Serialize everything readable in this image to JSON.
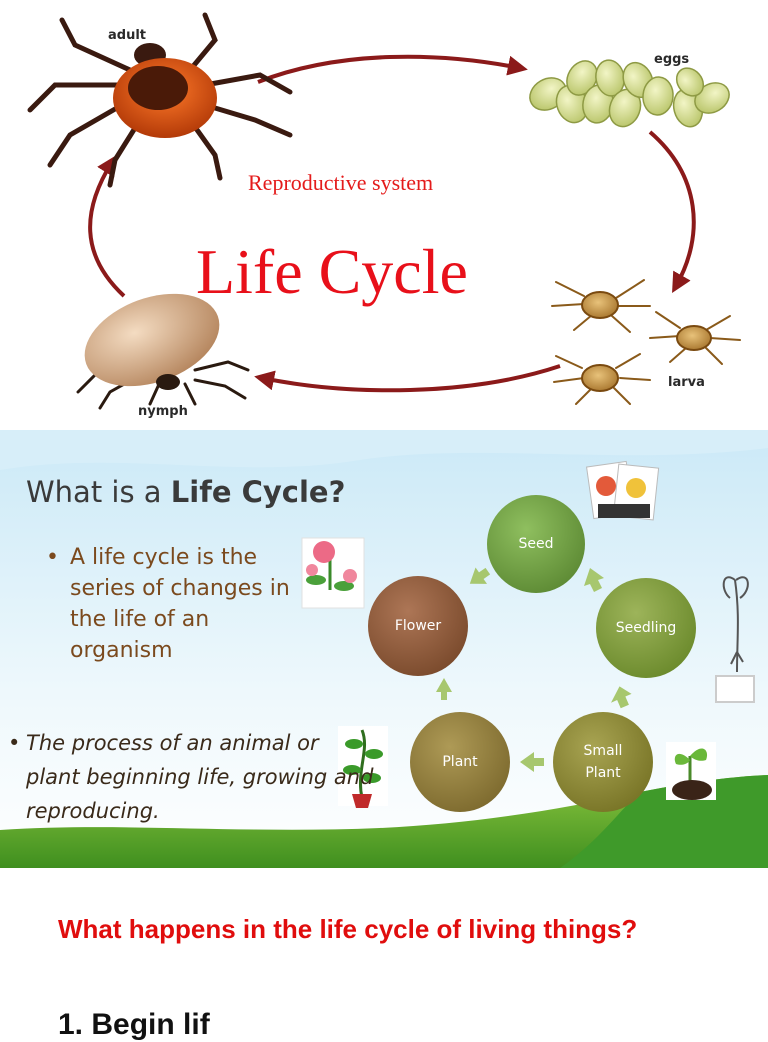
{
  "tick_cycle": {
    "stages": {
      "adult": "adult",
      "eggs": "eggs",
      "larva": "larva",
      "nymph": "nymph"
    },
    "subtitle": "Reproductive system",
    "title": "Life Cycle",
    "colors": {
      "title": "#e8101a",
      "arrows": "#8b1a1a"
    }
  },
  "slide": {
    "title_prefix": "What is a ",
    "title_bold": "Life Cycle?",
    "bullet1": "A life cycle is the series of changes in the life of an organism",
    "bullet2": "The process of an animal or plant beginning life, growing and reproducing.",
    "bullet_glyph": "•",
    "stages": {
      "seed": "Seed",
      "seedling": "Seedling",
      "small_plant_l1": "Small",
      "small_plant_l2": "Plant",
      "plant": "Plant",
      "flower": "Flower"
    },
    "colors": {
      "seed": "#6e9b45",
      "seedling": "#7d9a3c",
      "small_plant": "#8a8a36",
      "plant": "#8f7d3a",
      "flower": "#8f5a3a",
      "arrow": "#9fbf6a"
    }
  },
  "question": "What happens in the life cycle of living things?",
  "list_first_item": "1.  Begin lif"
}
